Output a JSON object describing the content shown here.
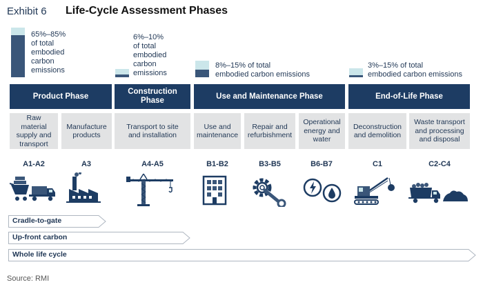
{
  "header": {
    "exhibit": "Exhibit 6",
    "title": "Life-Cycle Assessment Phases"
  },
  "emissions": [
    {
      "lines": [
        "65%–85%",
        "of total",
        "embodied",
        "carbon",
        "emissions"
      ],
      "fill_fraction": 0.85
    },
    {
      "lines": [
        "6%–10%",
        "of total",
        "embodied",
        "carbon",
        "emissions"
      ],
      "fill_fraction": 0.35
    },
    {
      "lines": [
        "8%–15% of total",
        "embodied carbon emissions"
      ],
      "fill_fraction": 0.45
    },
    {
      "lines": [
        "3%–15% of total",
        "embodied carbon emissions"
      ],
      "fill_fraction": 0.2
    }
  ],
  "phases": [
    {
      "label": "Product Phase"
    },
    {
      "label": "Construction Phase"
    },
    {
      "label": "Use and Maintenance Phase"
    },
    {
      "label": "End-of-Life Phase"
    }
  ],
  "subphases": [
    {
      "label": "Raw material supply and transport",
      "code": "A1-A2",
      "icon": "material-transport-icon"
    },
    {
      "label": "Manufacture products",
      "code": "A3",
      "icon": "factory-icon"
    },
    {
      "label": "Transport to site and installation",
      "code": "A4-A5",
      "icon": "crane-icon"
    },
    {
      "label": "Use and maintenance",
      "code": "B1-B2",
      "icon": "building-icon"
    },
    {
      "label": "Repair and refurbishment",
      "code": "B3-B5",
      "icon": "gear-wrench-icon"
    },
    {
      "label": "Operational energy and water",
      "code": "B6-B7",
      "icon": "energy-water-icon"
    },
    {
      "label": "Deconstruction and demolition",
      "code": "C1",
      "icon": "demolition-icon"
    },
    {
      "label": "Waste transport and processing and disposal",
      "code": "C2-C4",
      "icon": "waste-truck-icon"
    }
  ],
  "scopes": [
    {
      "label": "Cradle-to-gate"
    },
    {
      "label": "Up-front carbon"
    },
    {
      "label": "Whole life cycle"
    }
  ],
  "source": "Source: RMI",
  "colors": {
    "navy": "#1d3c63",
    "bar_light": "#cbe6ea",
    "bar_dark": "#3a5679",
    "sub_box": "#e2e3e4"
  }
}
